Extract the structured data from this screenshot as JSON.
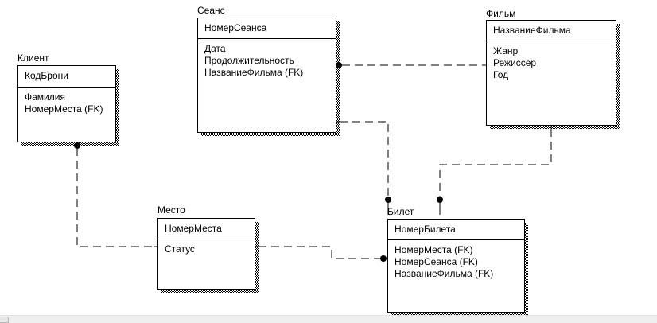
{
  "diagram": {
    "type": "ER diagram (IDEF1X)",
    "entities": {
      "client": {
        "name": "Клиент",
        "primary_key": "КодБрони",
        "attributes": [
          "Фамилия",
          "НомерМеста (FK)"
        ]
      },
      "session": {
        "name": "Сеанс",
        "primary_key": "НомерСеанса",
        "attributes": [
          "Дата",
          "Продолжительность",
          "НазваниеФильма (FK)"
        ]
      },
      "film": {
        "name": "Фильм",
        "primary_key": "НазваниеФильма",
        "attributes": [
          "Жанр",
          "Режиссер",
          "Год"
        ]
      },
      "seat": {
        "name": "Место",
        "primary_key": "НомерМеста",
        "attributes": [
          "Статус"
        ]
      },
      "ticket": {
        "name": "Билет",
        "primary_key": "НомерБилета",
        "attributes": [
          "НомерМеста (FK)",
          "НомерСеанса (FK)",
          "НазваниеФильма (FK)"
        ]
      }
    },
    "relationships": [
      {
        "from": "Место",
        "to": "Клиент",
        "style": "dashed",
        "many_end": "Клиент"
      },
      {
        "from": "Фильм",
        "to": "Сеанс",
        "style": "dashed",
        "many_end": "Сеанс"
      },
      {
        "from": "Сеанс",
        "to": "Билет",
        "style": "dashed",
        "many_end": "Билет"
      },
      {
        "from": "Фильм",
        "to": "Билет",
        "style": "dashed",
        "many_end": "Билет"
      },
      {
        "from": "Место",
        "to": "Билет",
        "style": "dashed",
        "many_end": "Билет"
      }
    ]
  },
  "colors": {
    "line": "#000000",
    "background": "#ffffff",
    "scrollbar": "#efefef"
  }
}
